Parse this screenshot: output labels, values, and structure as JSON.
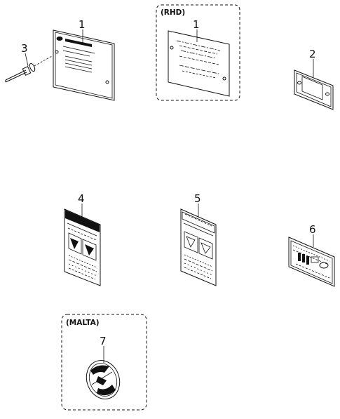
{
  "groups": {
    "rhd": "(RHD)",
    "malta": "(MALTA)"
  },
  "callouts": {
    "c1a": "1",
    "c1b": "1",
    "c2": "2",
    "c3": "3",
    "c4": "4",
    "c5": "5",
    "c6": "6",
    "c7": "7"
  }
}
